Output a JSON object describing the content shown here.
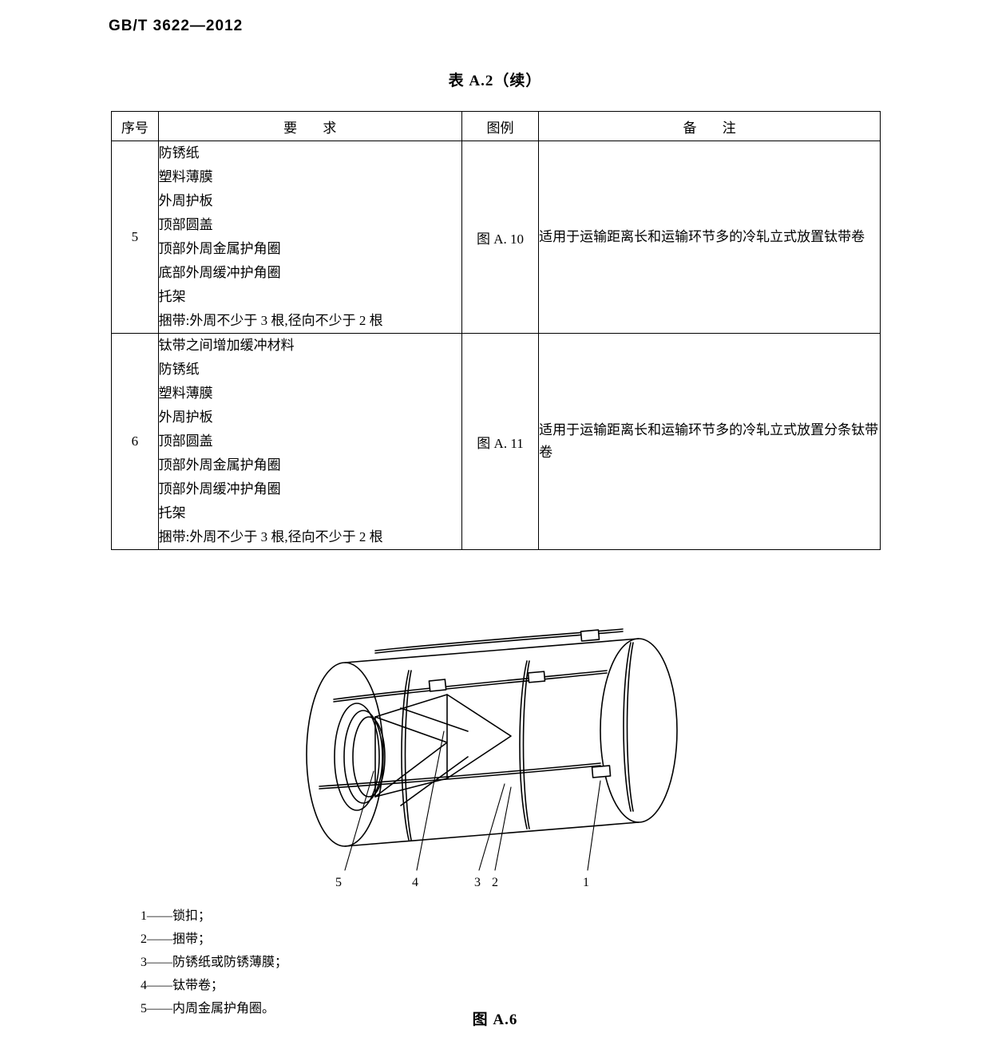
{
  "header": {
    "standard_no": "GB/T 3622—2012"
  },
  "table": {
    "caption": "表 A.2（续）",
    "columns": {
      "no": "序号",
      "requirement": "要  求",
      "figure": "图例",
      "note": "备  注"
    },
    "rows": [
      {
        "no": "5",
        "requirements": [
          "防锈纸",
          "塑料薄膜",
          "外周护板",
          "顶部圆盖",
          "顶部外周金属护角圈",
          "底部外周缓冲护角圈",
          "托架",
          "捆带:外周不少于 3 根,径向不少于 2 根"
        ],
        "figure": "图 A. 10",
        "note": "适用于运输距离长和运输环节多的冷轧立式放置钛带卷"
      },
      {
        "no": "6",
        "requirements": [
          "钛带之间增加缓冲材料",
          "防锈纸",
          "塑料薄膜",
          "外周护板",
          "顶部圆盖",
          "顶部外周金属护角圈",
          "顶部外周缓冲护角圈",
          "托架",
          "捆带:外周不少于 3 根,径向不少于 2 根"
        ],
        "figure": "图 A. 11",
        "note": "适用于运输距离长和运输环节多的冷轧立式放置分条钛带卷"
      }
    ]
  },
  "figure": {
    "callout_labels": [
      "5",
      "4",
      "3",
      "2",
      "1"
    ],
    "legend": [
      "1——锁扣；",
      "2——捆带；",
      "3——防锈纸或防锈薄膜；",
      "4——钛带卷；",
      "5——内周金属护角圈。"
    ],
    "caption": "图 A.6"
  }
}
